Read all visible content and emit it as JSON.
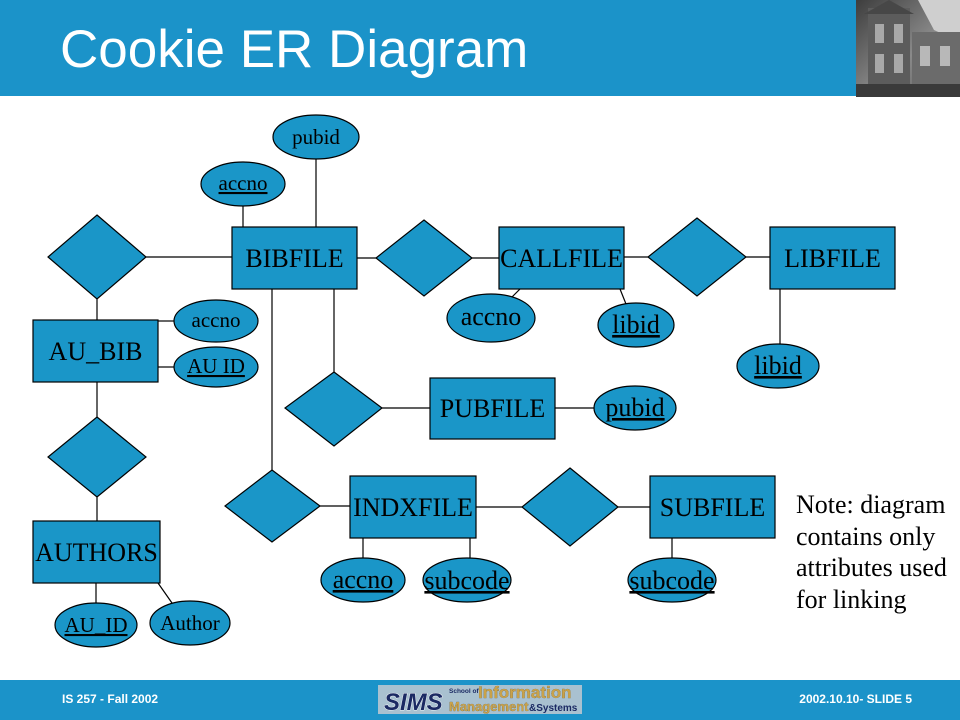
{
  "slide": {
    "title": "Cookie ER Diagram",
    "footer": {
      "course": "IS 257 - Fall 2002",
      "slide_info": "2002.10.10- SLIDE 5",
      "logo": {
        "sims": "SIMS",
        "school_of": "School of",
        "information": "Information",
        "management": "Management",
        "systems": "&Systems"
      }
    }
  },
  "diagram": {
    "entities": {
      "bibfile": "BIBFILE",
      "callfile": "CALLFILE",
      "libfile": "LIBFILE",
      "au_bib": "AU_BIB",
      "pubfile": "PUBFILE",
      "indxfile": "INDXFILE",
      "subfile": "SUBFILE",
      "authors": "AUTHORS"
    },
    "attributes": {
      "bibfile_pubid": "pubid",
      "bibfile_accno": "accno",
      "au_bib_accno": "accno",
      "au_bib_au_id": "AU ID",
      "callfile_accno": "accno",
      "callfile_libid": "libid",
      "libfile_libid": "libid",
      "pubfile_pubid": "pubid",
      "indxfile_accno": "accno",
      "indxfile_subcode": "subcode",
      "subfile_subcode": "subcode",
      "authors_au_id": "AU_ID",
      "authors_author": "Author"
    },
    "note": [
      "Note: diagram",
      "contains only",
      "attributes used",
      "for linking"
    ]
  },
  "colors": {
    "header_footer": "#1b93c9",
    "shape_fill": "#1a96c8",
    "shape_stroke": "#000000",
    "title_text": "#ffffff",
    "logo_navy": "#1b2a63",
    "logo_gold": "#c9a24a",
    "logo_background": "#a9c1d0"
  }
}
